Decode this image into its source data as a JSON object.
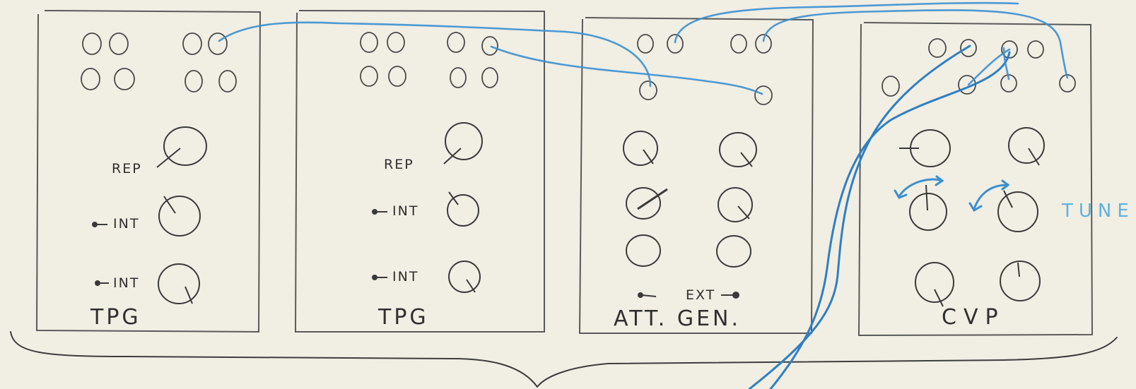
{
  "modules": [
    {
      "label": "TPG",
      "controls": [
        "REP",
        "INT",
        "INT"
      ]
    },
    {
      "label": "TPG",
      "controls": [
        "REP",
        "INT",
        "INT"
      ]
    },
    {
      "label": "ATT. GEN.",
      "controls": [
        "EXT"
      ]
    },
    {
      "label": "CVP",
      "controls": []
    }
  ],
  "annotations": {
    "tune": "TUNE"
  },
  "colors": {
    "paper": "#f1eee4",
    "pencil": "#3d3d3d",
    "cable": "#3a8fd0",
    "tune": "#5fb2dc"
  }
}
